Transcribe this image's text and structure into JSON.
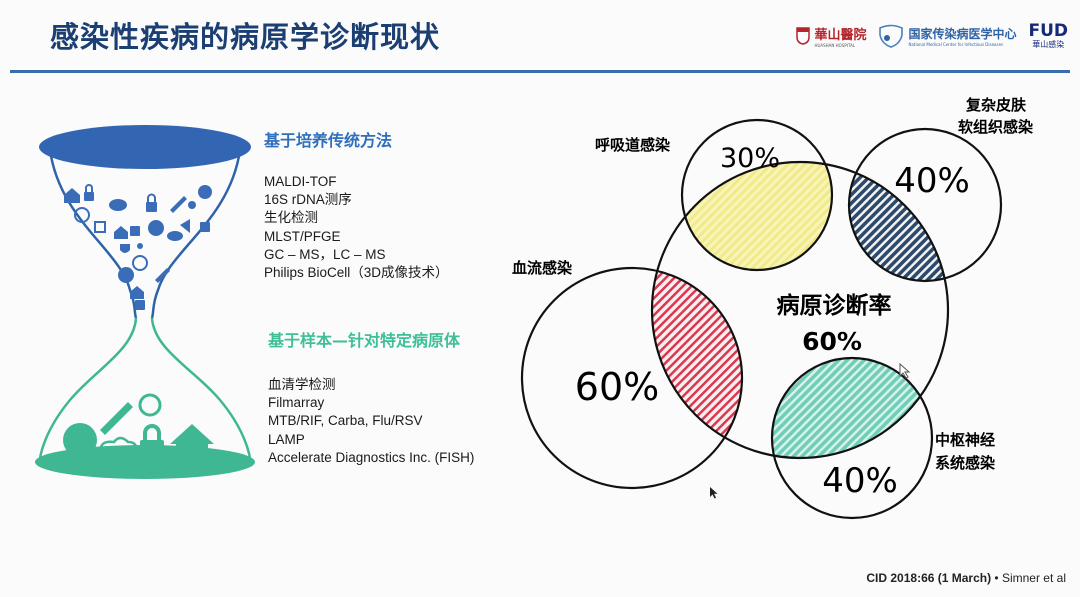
{
  "header": {
    "title": "感染性疾病的病原学诊断现状",
    "logos": [
      {
        "name": "華山醫院",
        "sub": "HUASHAN HOSPITAL"
      },
      {
        "name": "国家传染病医学中心",
        "sub": "National Medical Center for Infectious Diseases"
      },
      {
        "name": "FUD",
        "sub": "華山感染"
      }
    ]
  },
  "left": {
    "section1": {
      "heading": "基于培养传统方法",
      "items": [
        "MALDI-TOF",
        "16S rDNA测序",
        "生化检测",
        "MLST/PFGE",
        "GC – MS，LC – MS",
        "Philips BioCell（3D成像技术）"
      ]
    },
    "section2": {
      "heading": "基于样本—针对特定病原体",
      "items": [
        "血清学检测",
        "Filmarray",
        "MTB/RIF, Carba, Flu/RSV",
        "LAMP",
        "Accelerate Diagnostics Inc. (FISH)"
      ]
    }
  },
  "venn": {
    "center": {
      "label": "病原诊断率",
      "value": "60%"
    },
    "circles": [
      {
        "label": "呼吸道感染",
        "value": "30%",
        "color": "#f2ee9a"
      },
      {
        "label": "复杂皮肤软组织感染",
        "label_lines": [
          "复杂皮肤",
          "软组织感染"
        ],
        "value": "40%",
        "color": "#2d4a6c"
      },
      {
        "label": "血流感染",
        "value": "60%",
        "color": "#d8394f"
      },
      {
        "label": "中枢神经系统感染",
        "label_lines": [
          "中枢神经",
          "系统感染"
        ],
        "value": "40%",
        "color": "#6fcdb8"
      }
    ]
  },
  "citation": {
    "source": "CID 2018:66 (1 March)",
    "authors": " • Simner et al"
  }
}
